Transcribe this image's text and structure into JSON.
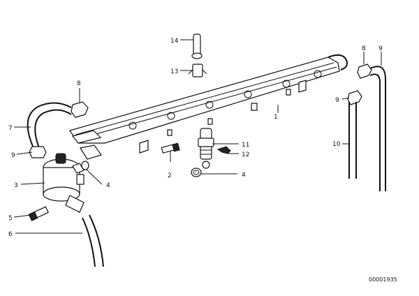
{
  "diagram": {
    "catalog_number": "00001935",
    "callouts": [
      {
        "id": "c1",
        "text": "1"
      },
      {
        "id": "c2",
        "text": "2"
      },
      {
        "id": "c3",
        "text": "3"
      },
      {
        "id": "c4a",
        "text": "4"
      },
      {
        "id": "c4b",
        "text": "4"
      },
      {
        "id": "c5",
        "text": "5"
      },
      {
        "id": "c6",
        "text": "6"
      },
      {
        "id": "c7",
        "text": "7"
      },
      {
        "id": "c8a",
        "text": "8"
      },
      {
        "id": "c8b",
        "text": "8"
      },
      {
        "id": "c9a",
        "text": "9"
      },
      {
        "id": "c9b",
        "text": "9"
      },
      {
        "id": "c9c",
        "text": "9"
      },
      {
        "id": "c10",
        "text": "10"
      },
      {
        "id": "c11",
        "text": "11"
      },
      {
        "id": "c12",
        "text": "12"
      },
      {
        "id": "c13",
        "text": "13"
      },
      {
        "id": "c14",
        "text": "14"
      }
    ]
  }
}
